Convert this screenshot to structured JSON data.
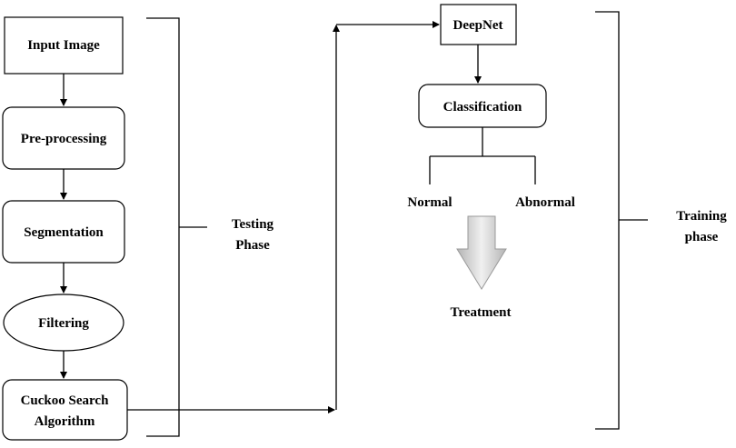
{
  "nodes": {
    "input_image": "Input Image",
    "preprocessing": "Pre-processing",
    "segmentation": "Segmentation",
    "filtering": "Filtering",
    "cuckoo_line1": "Cuckoo Search",
    "cuckoo_line2": "Algorithm",
    "deepnet": "DeepNet",
    "classification": "Classification"
  },
  "labels": {
    "normal": "Normal",
    "abnormal": "Abnormal",
    "treatment": "Treatment",
    "testing_line1": "Testing",
    "testing_line2": "Phase",
    "training_line1": "Training",
    "training_line2": "phase"
  }
}
